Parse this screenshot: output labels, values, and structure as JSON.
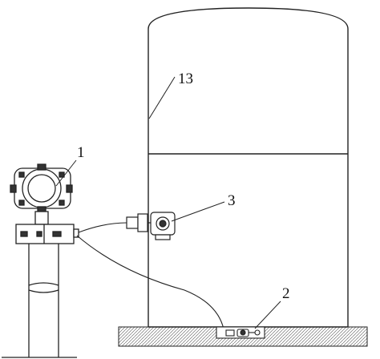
{
  "labels": {
    "transmitter": "1",
    "bottom_sensor": "2",
    "side_sensor": "3",
    "tank": "13"
  },
  "colors": {
    "line": "#222222",
    "background": "#ffffff",
    "ground_hatch": "#555555"
  }
}
